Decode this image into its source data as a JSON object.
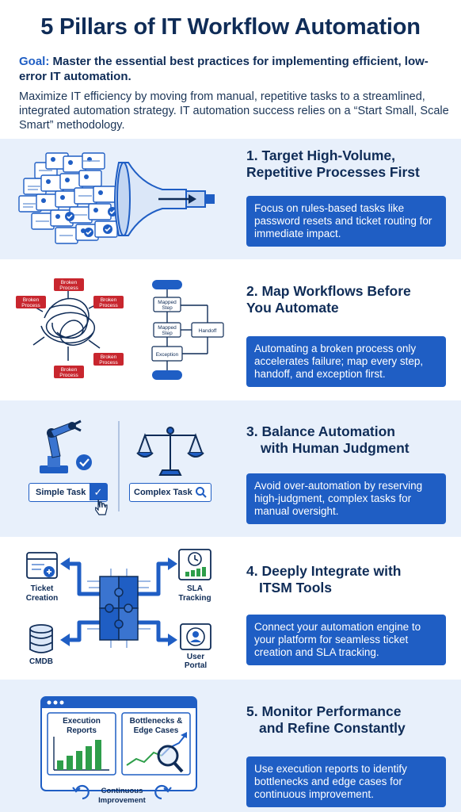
{
  "header": {
    "title": "5 Pillars of IT Workflow Automation",
    "goal_label": "Goal:",
    "goal_text": " Master the essential best practices for implementing efficient, low-error IT automation.",
    "intro": "Maximize IT efficiency by moving from manual, repetitive tasks to a streamlined, integrated automation strategy. IT automation success relies on a “Start Small, Scale Smart” methodology."
  },
  "pillars": [
    {
      "title_line1": "1. Target High-Volume,",
      "title_line2": "Repetitive Processes First",
      "description": "Focus on rules-based tasks like password resets and ticket routing for immediate impact."
    },
    {
      "title_line1": "2. Map Workflows Before",
      "title_line2": "You Automate",
      "description": "Automating a broken process only accelerates failure; map every step, handoff, and exception first.",
      "labels": {
        "broken_line1": "Broken",
        "broken_line2": "Process",
        "mapped_line1": "Mapped",
        "mapped_line2": "Step",
        "handoff": "Handoff",
        "exception": "Exception"
      }
    },
    {
      "title_line1": "3. Balance Automation",
      "title_line2": "with Human Judgment",
      "description": "Avoid over-automation by reserving high-judgment, complex tasks for manual oversight.",
      "labels": {
        "simple_task": "Simple Task",
        "complex_task": "Complex Task"
      }
    },
    {
      "title_line1": "4. Deeply Integrate with",
      "title_line2": "ITSM Tools",
      "description": "Connect your automation engine to your platform for seamless ticket creation and SLA tracking.",
      "labels": {
        "ticket_line1": "Ticket",
        "ticket_line2": "Creation",
        "sla_line1": "SLA",
        "sla_line2": "Tracking",
        "cmdb": "CMDB",
        "portal_line1": "User",
        "portal_line2": "Portal"
      }
    },
    {
      "title_line1": "5. Monitor Performance",
      "title_line2": "and Refine Constantly",
      "description": "Use execution reports to identify bottlenecks and edge cases for continuous improvement.",
      "labels": {
        "exec_line1": "Execution",
        "exec_line2": "Reports",
        "bottle_line1": "Bottlenecks &",
        "bottle_line2": "Edge Cases",
        "ci_line1": "Continuous",
        "ci_line2": "Improvement"
      }
    }
  ],
  "icons": [
    "document-stack-icon",
    "funnel-icon",
    "arrow-right-icon",
    "tangle-icon",
    "flowchart-icon",
    "robot-arm-icon",
    "checkmark-icon",
    "cursor-icon",
    "scales-icon",
    "search-icon",
    "puzzle-icon",
    "ticket-icon",
    "clock-icon",
    "database-icon",
    "user-icon",
    "bar-chart-icon",
    "magnifier-icon",
    "cycle-icon"
  ],
  "colors": {
    "navy": "#0f2c57",
    "accent": "#1f5ec4",
    "tint": "#e8f0fb",
    "broken_red": "#c8262e",
    "success_green": "#2e9e4a"
  }
}
